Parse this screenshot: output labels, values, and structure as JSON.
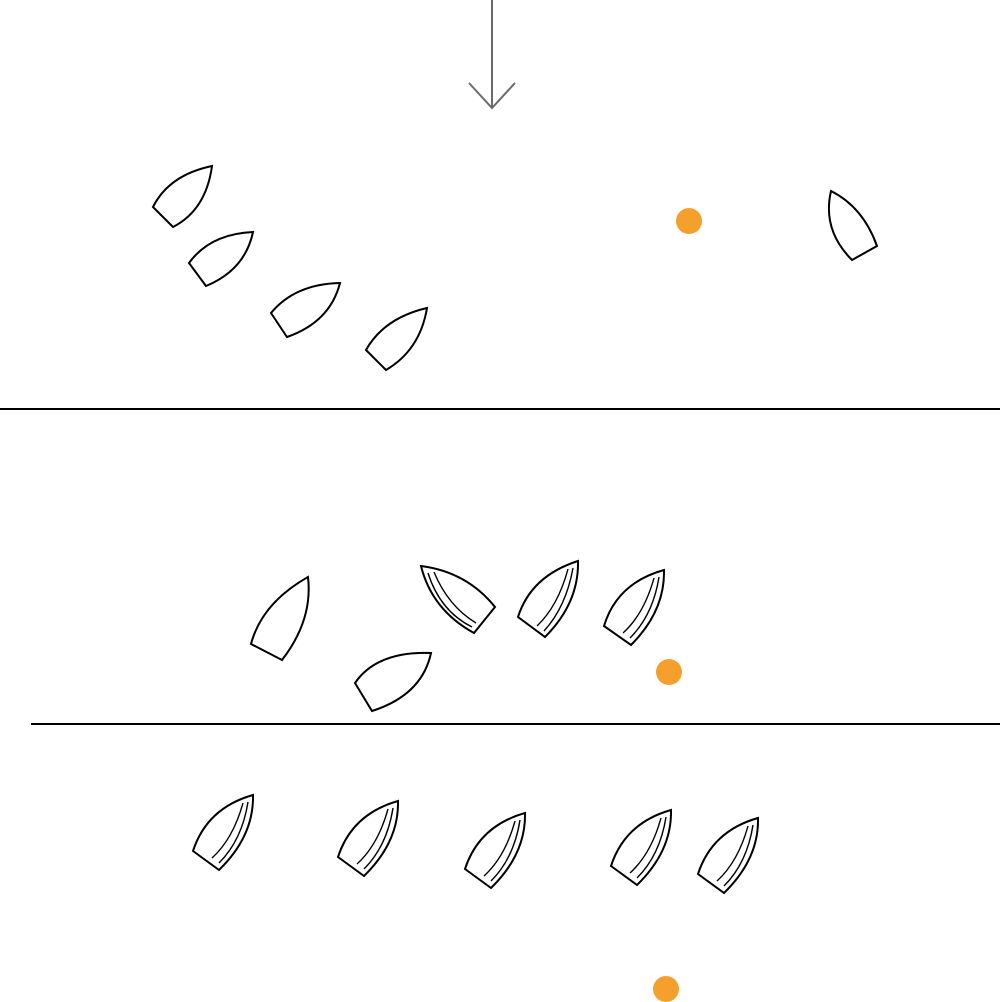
{
  "colors": {
    "seed_stroke": "#000000",
    "seed_fill": "#ffffff",
    "marker": "#F5A02C",
    "arrow": "#6b6b6b",
    "divider": "#000000"
  },
  "arrow": {
    "icon": "down-arrow-icon"
  },
  "panels": [
    {
      "name": "panel-top",
      "seeds": 5,
      "seeds_with_inner_lines": 0,
      "markers": 1
    },
    {
      "name": "panel-middle",
      "seeds": 5,
      "seeds_with_inner_lines": 3,
      "markers": 1
    },
    {
      "name": "panel-bottom",
      "seeds": 5,
      "seeds_with_inner_lines": 5,
      "markers": 1
    }
  ]
}
